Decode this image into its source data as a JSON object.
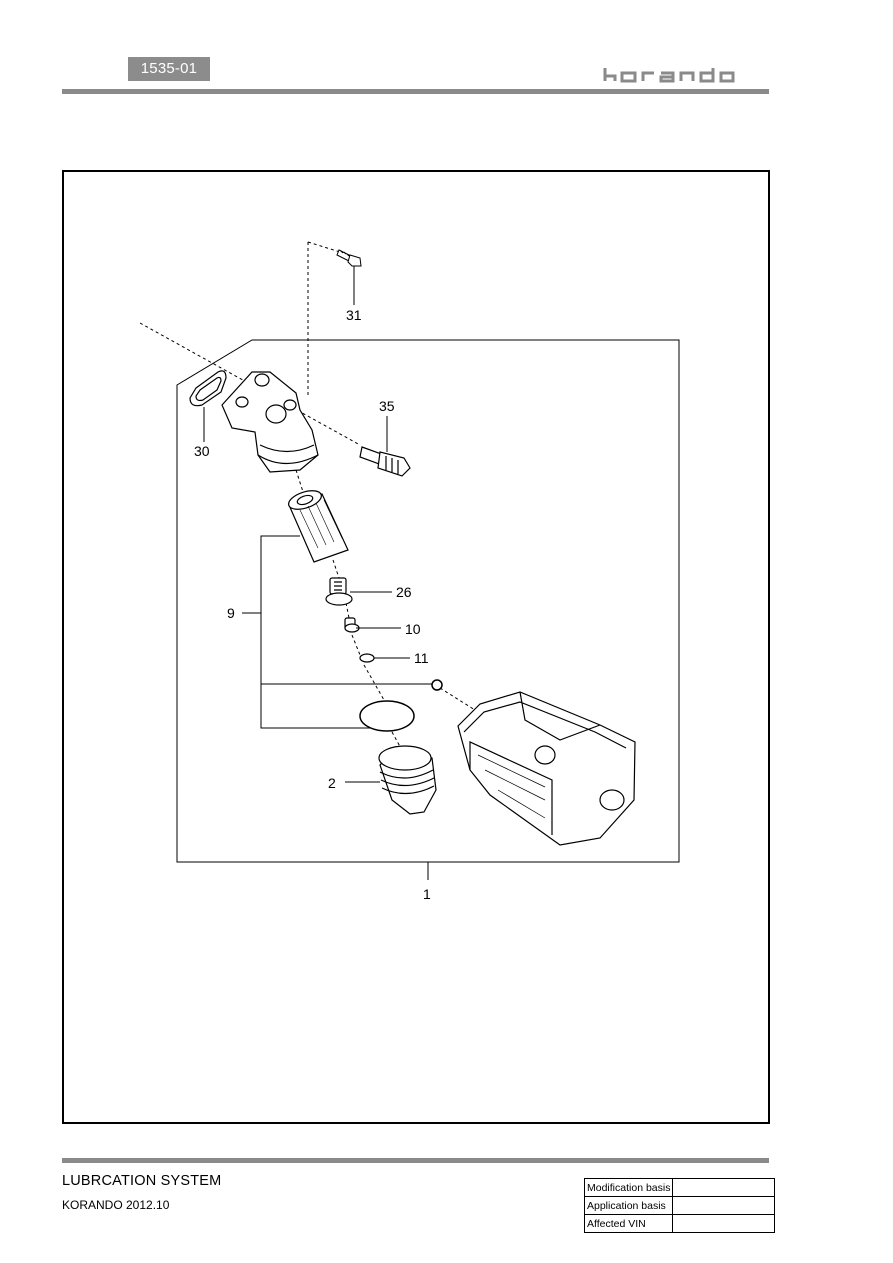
{
  "header": {
    "page_code": "1535-01",
    "brand": "korando"
  },
  "diagram": {
    "callouts": {
      "bolt": "31",
      "sensor": "35",
      "gasket": "30",
      "filter_element_kit": "9",
      "valve": "26",
      "relief_valve": "10",
      "o_ring_small": "11",
      "filter_cap": "2",
      "assembly": "1"
    }
  },
  "footer": {
    "section_title": "LUBRCATION SYSTEM",
    "doc_version": "KORANDO 2012.10",
    "info_table": [
      {
        "label": "Modification basis",
        "value": ""
      },
      {
        "label": "Application basis",
        "value": ""
      },
      {
        "label": "Affected VIN",
        "value": ""
      }
    ]
  }
}
